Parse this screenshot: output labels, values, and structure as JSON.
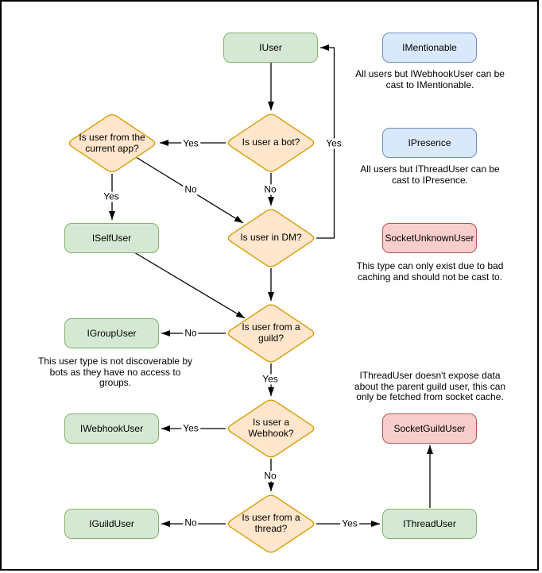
{
  "palette": {
    "green_fill": "#d5e8d4",
    "green_stroke": "#82b366",
    "orange_fill": "#ffe6cc",
    "orange_stroke": "#d79b00",
    "blue_fill": "#dae8fc",
    "blue_stroke": "#6c8ebf",
    "red_fill": "#f8cecc",
    "red_stroke": "#b85450",
    "line_color": "#000000",
    "background": "#ffffff"
  },
  "nodes": {
    "iuser": "IUser",
    "imentionable": "IMentionable",
    "ipresence": "IPresence",
    "socketunknownuser": "SocketUnknownUser",
    "iselfuser": "ISelfUser",
    "igroupuser": "IGroupUser",
    "iwebhookuser": "IWebhookUser",
    "socketguilduser": "SocketGuildUser",
    "iguilduser": "IGuildUser",
    "ithreaduser": "IThreadUser"
  },
  "decisions": {
    "bot": "Is user a bot?",
    "current_app": "Is user from the current app?",
    "dm": "Is user in DM?",
    "guild": "Is user from a guild?",
    "webhook": "Is user a Webhook?",
    "thread": "Is user from a thread?"
  },
  "edge_labels": {
    "bot_to_current_app": "Yes",
    "bot_to_dm": "No",
    "current_app_to_iselfuser": "Yes",
    "current_app_to_dm": "No",
    "dm_to_iuser": "Yes",
    "guild_to_igroupuser": "No",
    "guild_to_webhook": "Yes",
    "webhook_to_iwebhookuser": "Yes",
    "webhook_to_thread": "No",
    "thread_to_iguilduser": "No",
    "thread_to_ithreaduser": "Yes"
  },
  "notes": {
    "mentionable": "All users but IWebhookUser can be cast to IMentionable.",
    "presence": "All users but IThreadUser can be cast to IPresence.",
    "unknown": "This type can only exist due to bad caching and should not be cast to.",
    "groupuser": "This user type is not discoverable by bots as they have no access to groups.",
    "threaduser": "IThreadUser doesn't expose data about the parent guild user, this can only be fetched from socket cache."
  }
}
